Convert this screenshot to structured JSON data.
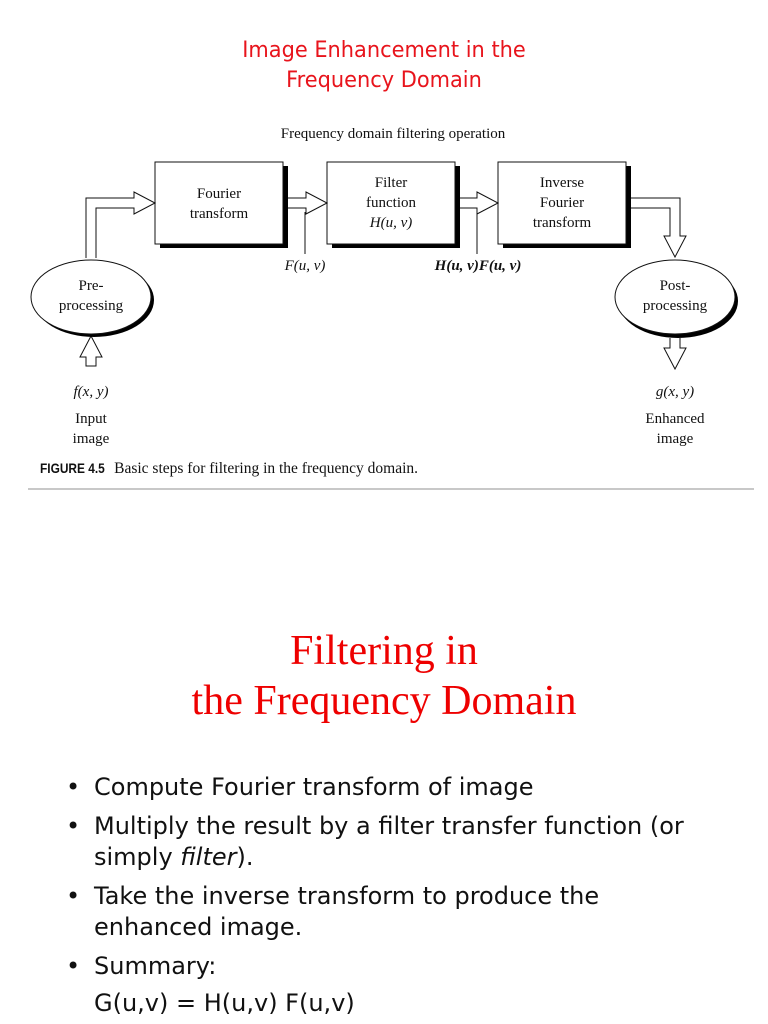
{
  "slide1": {
    "title_line1": "Image Enhancement in the",
    "title_line2": "Frequency Domain",
    "title_color": "#e8141c",
    "diagram": {
      "header": "Frequency domain filtering operation",
      "boxes": {
        "fourier": [
          "Fourier",
          "transform"
        ],
        "filter": [
          "Filter",
          "function",
          "H(u, v)"
        ],
        "inverse": [
          "Inverse",
          "Fourier",
          "transform"
        ]
      },
      "ellipses": {
        "pre": [
          "Pre-",
          "processing"
        ],
        "post": [
          "Post-",
          "processing"
        ]
      },
      "signals": {
        "F": "F(u, v)",
        "HF": "H(u, v)F(u, v)",
        "input_fn": "f(x, y)",
        "output_fn": "g(x, y)"
      },
      "input_label": [
        "Input",
        "image"
      ],
      "output_label": [
        "Enhanced",
        "image"
      ]
    },
    "figure_label": "FIGURE 4.5",
    "figure_caption": "Basic steps for filtering in the frequency domain."
  },
  "slide2": {
    "title_line1": "Filtering in",
    "title_line2": "the Frequency Domain",
    "title_color": "#ee0000",
    "bullets": [
      {
        "text": "Compute Fourier transform of image"
      },
      {
        "text_before": "Multiply the result by a filter transfer function (or simply ",
        "emph": "filter",
        "text_after": ")."
      },
      {
        "text": "Take the inverse transform to produce the enhanced image."
      },
      {
        "text": "Summary:",
        "formula": "G(u,v) = H(u,v) F(u,v)"
      }
    ],
    "bullet_glyph": "•"
  }
}
